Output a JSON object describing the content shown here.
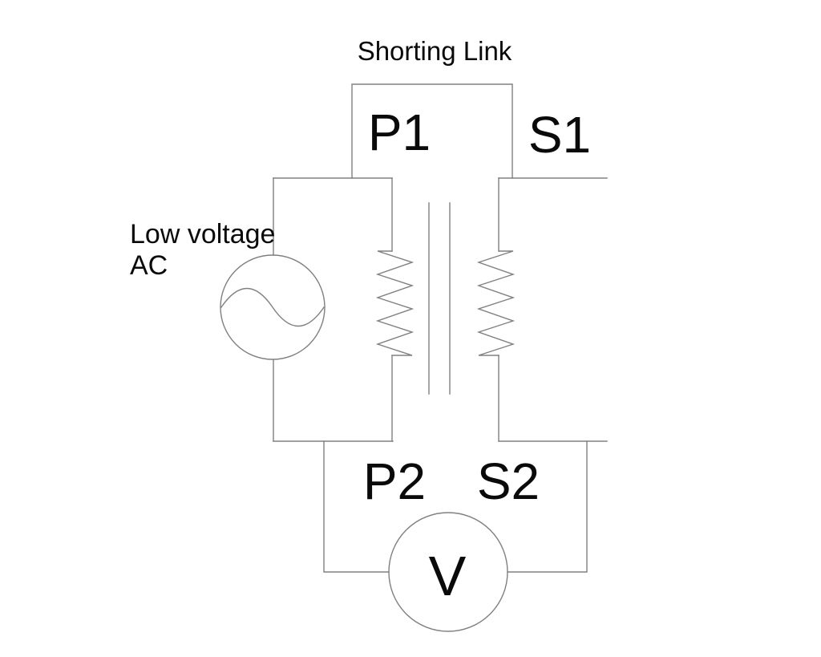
{
  "diagram": {
    "title": "Shorting Link transformer test circuit",
    "labels": {
      "shorting_link": "Shorting Link",
      "primary_top_terminal": "P1",
      "secondary_top_terminal": "S1",
      "primary_bottom_terminal": "P2",
      "secondary_bottom_terminal": "S2",
      "source_line1": "Low voltage",
      "source_line2": "AC",
      "voltmeter": "V"
    },
    "components": {
      "source": "Low voltage AC source",
      "meter": "Voltmeter",
      "link": "Shorting link between P1 and S1",
      "transformer": "Two-winding transformer with core"
    },
    "colors": {
      "line": "#808080",
      "text": "#0a0a0a",
      "background": "#ffffff"
    }
  }
}
